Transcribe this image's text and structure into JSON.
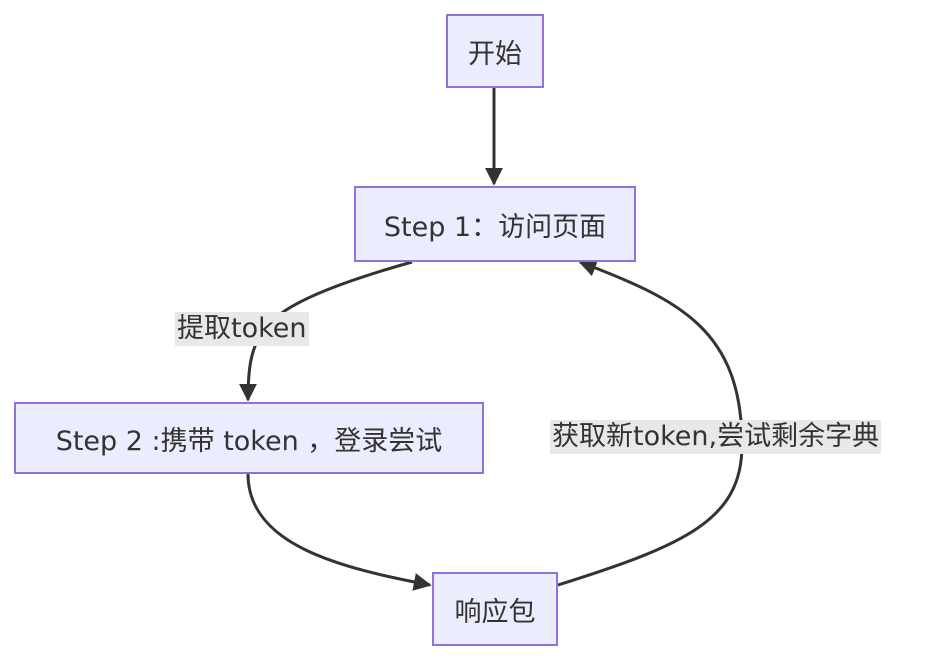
{
  "nodes": {
    "start": "开始",
    "step1": "Step 1：访问页面",
    "step2": "Step 2 :携带 token ，登录尝试",
    "response": "响应包"
  },
  "edges": {
    "extract_token": "提取token",
    "new_token": "获取新token,尝试剩余字典"
  },
  "colors": {
    "node_fill": "#ECECFF",
    "node_border": "#9370DB",
    "edge_line": "#333333",
    "label_bg": "#E8E8E8"
  }
}
